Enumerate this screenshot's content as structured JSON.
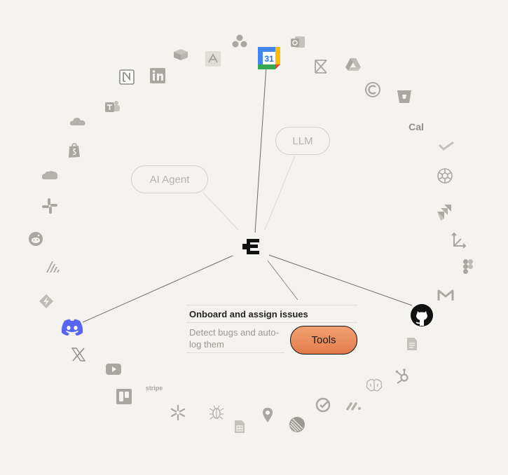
{
  "center": {
    "name": "hub-logo-icon"
  },
  "pills": {
    "agent": "AI Agent",
    "llm": "LLM"
  },
  "tasks": {
    "task1": "Onboard and assign issues",
    "task2": "Detect bugs and auto-log them",
    "tools": "Tools"
  },
  "text_icons": {
    "cal": "Cal",
    "stripe": "stripe",
    "gcal_day": "31"
  },
  "colors": {
    "background": "#f5f3ef",
    "icon_gray": "#a9a7a2",
    "line": "#8a8883",
    "tools_fill": "#e9895a",
    "discord": "#5865f2",
    "github": "#111111"
  },
  "connected_icons": [
    "google-calendar-icon",
    "discord-icon",
    "github-icon"
  ],
  "icons": [
    "asana-icon",
    "outlook-icon",
    "google-calendar-icon",
    "aha-icon",
    "stack-icon",
    "linkedin-icon",
    "notion-icon",
    "teams-icon",
    "onedrive-icon",
    "shopify-icon",
    "salesforce-icon",
    "slack-icon",
    "reddit-icon",
    "signal-icon",
    "zapier-icon",
    "discord-icon",
    "x-icon",
    "youtube-icon",
    "trello-icon",
    "stripe-icon",
    "snowflake-icon",
    "bug-icon",
    "sheets-icon",
    "maps-icon",
    "linear-icon",
    "todoist-icon",
    "monday-icon",
    "brain-icon",
    "hubspot-icon",
    "docs-icon",
    "github-icon",
    "gmail-icon",
    "figma-icon",
    "flow-icon",
    "jira-icon",
    "openai-icon",
    "check-icon",
    "cal-icon",
    "bitbucket-icon",
    "confluence-icon",
    "google-drive-icon",
    "zendesk-icon"
  ]
}
